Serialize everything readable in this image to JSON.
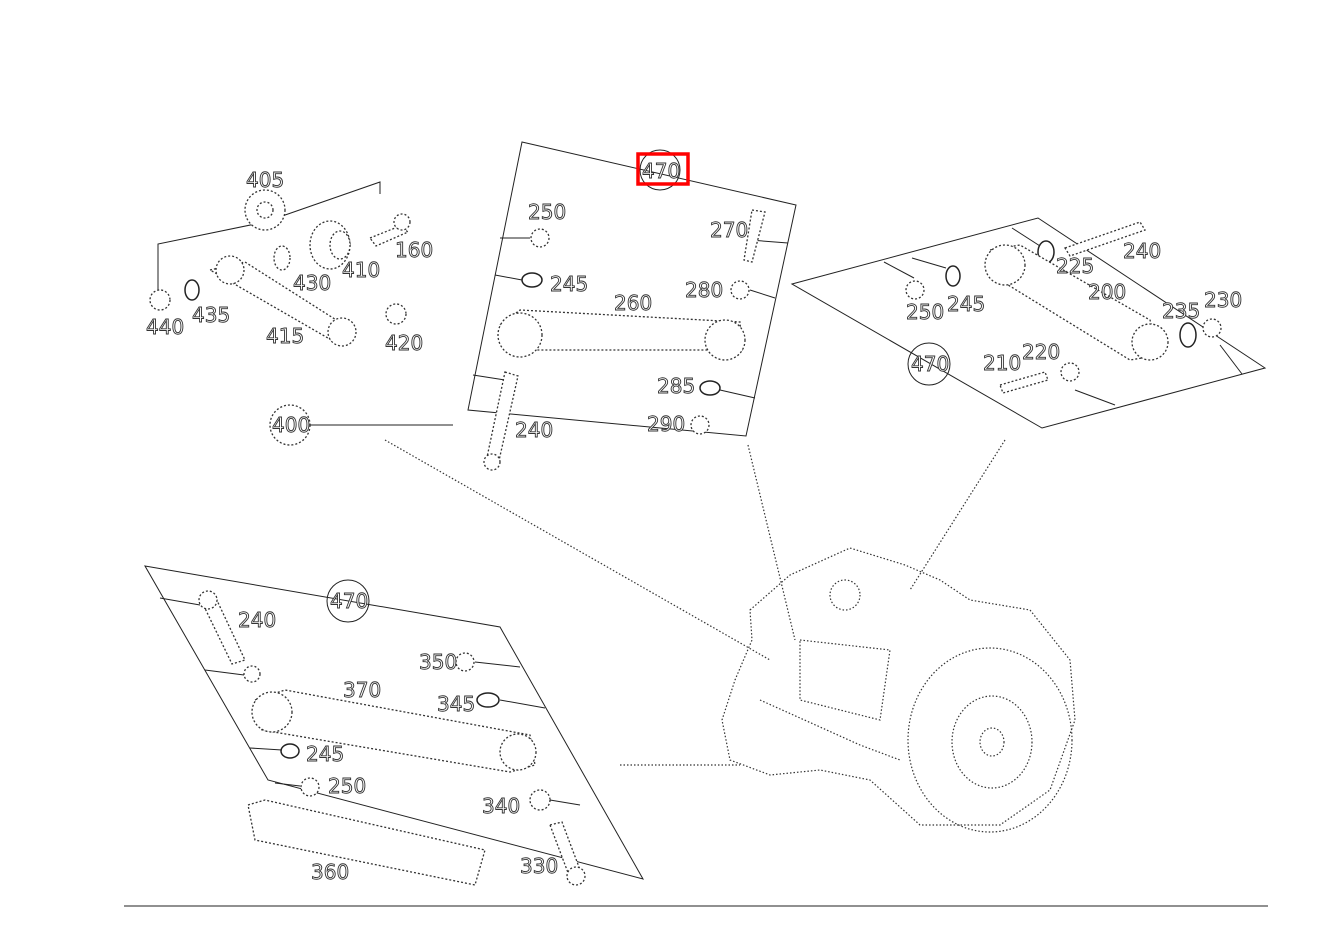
{
  "callouts": {
    "group_top_left": {
      "p405": "405",
      "p160": "160",
      "p410": "410",
      "p430": "430",
      "p440": "440",
      "p435": "435",
      "p415": "415",
      "p420": "420",
      "p400": "400"
    },
    "group_top_center": {
      "p470": "470",
      "p250": "250",
      "p270": "270",
      "p245": "245",
      "p280": "280",
      "p260": "260",
      "p285": "285",
      "p290": "290",
      "p240": "240"
    },
    "group_top_right": {
      "p240": "240",
      "p225": "225",
      "p200": "200",
      "p250": "250",
      "p245": "245",
      "p235": "235",
      "p230": "230",
      "p470": "470",
      "p210": "210",
      "p220": "220"
    },
    "group_bottom_left": {
      "p470": "470",
      "p240": "240",
      "p350": "350",
      "p370": "370",
      "p345": "345",
      "p245": "245",
      "p250": "250",
      "p340": "340",
      "p360": "360",
      "p330": "330"
    }
  },
  "highlight": {
    "target": "470",
    "color": "#ff0000"
  },
  "colors": {
    "line": "#222222",
    "highlight": "#ff0000",
    "background": "#ffffff"
  }
}
